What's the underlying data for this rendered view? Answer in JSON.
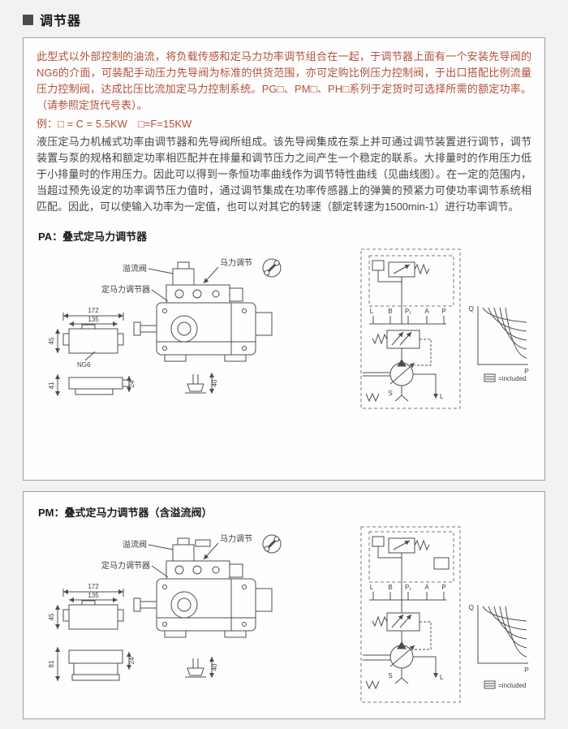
{
  "page": {
    "title": "调节器"
  },
  "colors": {
    "accent_red": "#b2503a",
    "line": "#4d4d4d",
    "border": "#9d9d9d"
  },
  "intro": {
    "para1": "此型式以外部控制的油流，将负载传感和定马力功率调节组合在一起，于调节器上面有一个安装先导阀的NG6的介面，可装配手动压力先导阀为标准的供货范围，亦可定购比例压力控制阀，于出口搭配比例流量压力控制阀，达成比压比流加定马力控制系统。PG□、PM□、PH□系列于定货时可选择所需的额定功率。（请参照定货代号表）。",
    "example": "例：□ = C = 5.5KW　□=F=15KW",
    "para2": "液压定马力机械式功率由调节器和先导阀所组成。该先导阀集成在泵上并可通过调节装置进行调节，调节装置与泵的规格和额定功率相匹配并在排量和调节压力之间产生一个稳定的联系。大排量时的作用压力低于小排量时的作用压力。因此可以得到一条恒功率曲线作为调节特性曲线（见曲线图）。在一定的范围内，当超过预先设定的功率调节压力值时，通过调节集成在功率传感器上的弹簧的预紧力可使功率调节系统相匹配。因此，可以使输入功率为一定值，也可以对其它的转速（额定转速为1500min-1）进行功率调节。"
  },
  "sections": [
    {
      "title": "PA：叠式定马力调节器",
      "labels": {
        "relief_valve": "溢流阀",
        "power_adjust": "马力调节",
        "regulator": "定马力调节器"
      },
      "dims": {
        "outer": "172",
        "inner": "135",
        "height": "45",
        "port": "NG6",
        "lower_left": "41",
        "lower_right": "24",
        "flange": "40"
      },
      "ports": {
        "l": "L",
        "b": "B",
        "p1": "P₁",
        "a": "A",
        "p": "P",
        "s": "S",
        "drain": "L"
      },
      "curve": {
        "y": "Q",
        "x": "P"
      },
      "legend": "=included"
    },
    {
      "title": "PM：叠式定马力调节器（含溢流阀）",
      "labels": {
        "relief_valve": "溢流阀",
        "power_adjust": "马力调节",
        "regulator": "定马力调节器"
      },
      "dims": {
        "outer": "172",
        "inner": "135",
        "height": "45",
        "lower_left": "81",
        "lower_right": "24",
        "flange": "40"
      },
      "ports": {
        "l": "L",
        "b": "B",
        "p1": "P₁",
        "a": "A",
        "p": "P",
        "s": "S",
        "drain": "L"
      },
      "curve": {
        "y": "Q",
        "x": "P"
      },
      "legend": "=included"
    }
  ]
}
